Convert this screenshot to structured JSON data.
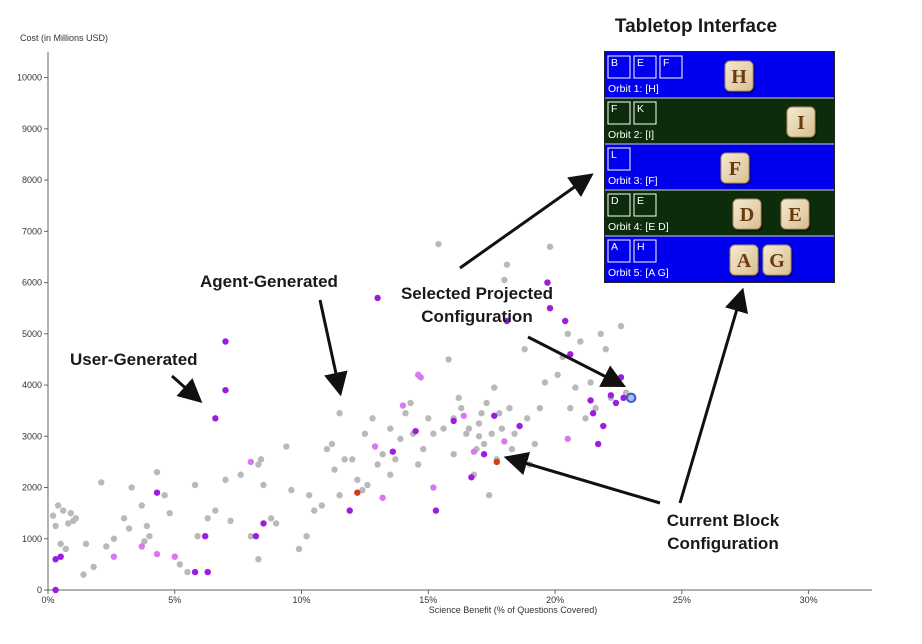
{
  "chart_data": {
    "type": "scatter",
    "title": "",
    "xlabel": "Science Benefit (% of Questions Covered)",
    "ylabel": "Cost (in Millions USD)",
    "xlim": [
      0,
      32.5
    ],
    "ylim": [
      0,
      10500
    ],
    "x_ticks": [
      0,
      5,
      10,
      15,
      20,
      25,
      30
    ],
    "x_tick_labels": [
      "0%",
      "5%",
      "10%",
      "15%",
      "20%",
      "25%",
      "30%"
    ],
    "y_ticks": [
      0,
      1000,
      2000,
      3000,
      4000,
      5000,
      6000,
      7000,
      8000,
      9000,
      10000
    ],
    "y_tick_labels": [
      "0",
      "1000",
      "2000",
      "3000",
      "4000",
      "5000",
      "6000",
      "7000",
      "8000",
      "9000",
      "10000"
    ],
    "grid": false,
    "colors": {
      "agent": "#b9b9b9",
      "user": "#9b1de0",
      "user_light": "#d878ee",
      "current": "#d83a1c",
      "selected": "#3a5cc8"
    },
    "series": [
      {
        "key": "agent",
        "points": [
          [
            0.2,
            1450
          ],
          [
            0.3,
            1250
          ],
          [
            0.4,
            1650
          ],
          [
            0.6,
            1550
          ],
          [
            0.8,
            1300
          ],
          [
            0.9,
            1500
          ],
          [
            1.0,
            1350
          ],
          [
            1.1,
            1400
          ],
          [
            0.5,
            900
          ],
          [
            0.7,
            800
          ],
          [
            1.5,
            900
          ],
          [
            1.4,
            300
          ],
          [
            1.8,
            450
          ],
          [
            2.1,
            2100
          ],
          [
            2.3,
            850
          ],
          [
            2.6,
            1000
          ],
          [
            3.0,
            1400
          ],
          [
            3.2,
            1200
          ],
          [
            3.3,
            2000
          ],
          [
            3.7,
            1650
          ],
          [
            3.8,
            950
          ],
          [
            3.9,
            1250
          ],
          [
            4.0,
            1050
          ],
          [
            4.3,
            2300
          ],
          [
            4.6,
            1850
          ],
          [
            4.8,
            1500
          ],
          [
            5.2,
            500
          ],
          [
            5.5,
            350
          ],
          [
            5.8,
            2050
          ],
          [
            5.9,
            1050
          ],
          [
            6.3,
            1400
          ],
          [
            6.6,
            1550
          ],
          [
            7.0,
            2150
          ],
          [
            7.2,
            1350
          ],
          [
            7.6,
            2250
          ],
          [
            8.0,
            1050
          ],
          [
            8.3,
            2450
          ],
          [
            8.4,
            2550
          ],
          [
            8.5,
            2050
          ],
          [
            8.3,
            600
          ],
          [
            8.8,
            1400
          ],
          [
            9.0,
            1300
          ],
          [
            9.4,
            2800
          ],
          [
            9.6,
            1950
          ],
          [
            9.9,
            800
          ],
          [
            10.2,
            1050
          ],
          [
            10.3,
            1850
          ],
          [
            10.5,
            1550
          ],
          [
            10.8,
            1650
          ],
          [
            11.0,
            2750
          ],
          [
            11.2,
            2850
          ],
          [
            11.3,
            2350
          ],
          [
            11.5,
            1850
          ],
          [
            11.7,
            2550
          ],
          [
            11.5,
            3450
          ],
          [
            12.0,
            2550
          ],
          [
            12.2,
            2150
          ],
          [
            12.4,
            1950
          ],
          [
            12.6,
            2050
          ],
          [
            12.8,
            3350
          ],
          [
            13.0,
            2450
          ],
          [
            13.2,
            2650
          ],
          [
            13.5,
            2250
          ],
          [
            13.7,
            2550
          ],
          [
            13.9,
            2950
          ],
          [
            14.1,
            3450
          ],
          [
            14.3,
            3650
          ],
          [
            14.4,
            3050
          ],
          [
            14.6,
            2450
          ],
          [
            14.8,
            2750
          ],
          [
            15.0,
            3350
          ],
          [
            15.2,
            3050
          ],
          [
            15.4,
            6750
          ],
          [
            15.6,
            3150
          ],
          [
            15.8,
            4500
          ],
          [
            16.0,
            3350
          ],
          [
            16.2,
            3750
          ],
          [
            16.3,
            3550
          ],
          [
            16.5,
            3050
          ],
          [
            16.6,
            3150
          ],
          [
            16.8,
            2250
          ],
          [
            16.9,
            2750
          ],
          [
            17.0,
            3250
          ],
          [
            17.1,
            3450
          ],
          [
            17.2,
            2850
          ],
          [
            17.3,
            3650
          ],
          [
            17.4,
            1850
          ],
          [
            17.5,
            3050
          ],
          [
            17.6,
            3950
          ],
          [
            17.7,
            2550
          ],
          [
            17.8,
            3450
          ],
          [
            17.9,
            3150
          ],
          [
            18.0,
            6050
          ],
          [
            18.1,
            6350
          ],
          [
            18.2,
            3550
          ],
          [
            18.3,
            2750
          ],
          [
            18.4,
            3050
          ],
          [
            18.6,
            2550
          ],
          [
            18.8,
            4700
          ],
          [
            18.9,
            3350
          ],
          [
            19.0,
            2450
          ],
          [
            19.2,
            2850
          ],
          [
            19.4,
            3550
          ],
          [
            19.6,
            4050
          ],
          [
            19.8,
            6700
          ],
          [
            20.1,
            4200
          ],
          [
            20.3,
            4550
          ],
          [
            20.5,
            5000
          ],
          [
            20.6,
            3550
          ],
          [
            20.8,
            3950
          ],
          [
            21.0,
            4850
          ],
          [
            21.2,
            3350
          ],
          [
            21.4,
            4050
          ],
          [
            21.6,
            3550
          ],
          [
            21.8,
            5000
          ],
          [
            22.0,
            4700
          ],
          [
            22.2,
            3750
          ],
          [
            22.4,
            4050
          ],
          [
            22.6,
            5150
          ],
          [
            22.8,
            3850
          ],
          [
            23.0,
            3750
          ],
          [
            17.0,
            3000
          ],
          [
            16.0,
            2650
          ],
          [
            13.5,
            3150
          ],
          [
            12.5,
            3050
          ]
        ]
      },
      {
        "key": "user",
        "points": [
          [
            0.3,
            0
          ],
          [
            0.3,
            600
          ],
          [
            0.5,
            650
          ],
          [
            4.3,
            1900
          ],
          [
            5.8,
            350
          ],
          [
            6.2,
            1050
          ],
          [
            6.3,
            350
          ],
          [
            6.6,
            3350
          ],
          [
            7.0,
            3900
          ],
          [
            7.0,
            4850
          ],
          [
            8.2,
            1050
          ],
          [
            8.5,
            1300
          ],
          [
            11.9,
            1550
          ],
          [
            13.0,
            5700
          ],
          [
            13.6,
            2700
          ],
          [
            14.5,
            3100
          ],
          [
            15.3,
            1550
          ],
          [
            16.0,
            3300
          ],
          [
            16.7,
            2200
          ],
          [
            17.2,
            2650
          ],
          [
            17.6,
            3400
          ],
          [
            18.1,
            5250
          ],
          [
            18.6,
            3200
          ],
          [
            19.7,
            6000
          ],
          [
            19.8,
            5500
          ],
          [
            20.4,
            5250
          ],
          [
            20.6,
            4600
          ],
          [
            21.5,
            3450
          ],
          [
            21.7,
            2850
          ],
          [
            21.9,
            3200
          ],
          [
            22.2,
            3800
          ],
          [
            22.4,
            3650
          ],
          [
            22.6,
            4150
          ],
          [
            22.7,
            3750
          ],
          [
            21.4,
            3700
          ]
        ]
      },
      {
        "key": "user_light",
        "points": [
          [
            2.6,
            650
          ],
          [
            3.7,
            850
          ],
          [
            4.3,
            700
          ],
          [
            5.0,
            650
          ],
          [
            8.0,
            2500
          ],
          [
            12.9,
            2800
          ],
          [
            13.2,
            1800
          ],
          [
            14.0,
            3600
          ],
          [
            14.6,
            4200
          ],
          [
            14.7,
            4150
          ],
          [
            15.2,
            2000
          ],
          [
            16.4,
            3400
          ],
          [
            16.8,
            2700
          ],
          [
            18.0,
            2900
          ],
          [
            20.5,
            2950
          ]
        ]
      },
      {
        "key": "current",
        "points": [
          [
            17.7,
            2500
          ],
          [
            12.2,
            1900
          ]
        ]
      },
      {
        "key": "selected",
        "points": [
          [
            23.0,
            3750
          ]
        ]
      }
    ]
  },
  "annotations": {
    "user_generated": "User-Generated",
    "agent_generated": "Agent-Generated",
    "selected_line1": "Selected Projected",
    "selected_line2": "Configuration",
    "current_line1": "Current Block",
    "current_line2": "Configuration"
  },
  "panel": {
    "title": "Tabletop Interface",
    "blue": "#0000ee",
    "dark": "#0c2c0c",
    "orbits": [
      {
        "label": "Orbit 1: [H]",
        "slots": [
          "B",
          "E",
          "F"
        ],
        "tiles": [
          "H"
        ]
      },
      {
        "label": "Orbit 2: [I]",
        "slots": [
          "F",
          "K"
        ],
        "tiles": [
          "I"
        ]
      },
      {
        "label": "Orbit 3: [F]",
        "slots": [
          "L"
        ],
        "tiles": [
          "F"
        ]
      },
      {
        "label": "Orbit 4: [E D]",
        "slots": [
          "D",
          "E"
        ],
        "tiles": [
          "D",
          "E"
        ]
      },
      {
        "label": "Orbit 5: [A G]",
        "slots": [
          "A",
          "H"
        ],
        "tiles": [
          "A",
          "G"
        ]
      }
    ]
  }
}
